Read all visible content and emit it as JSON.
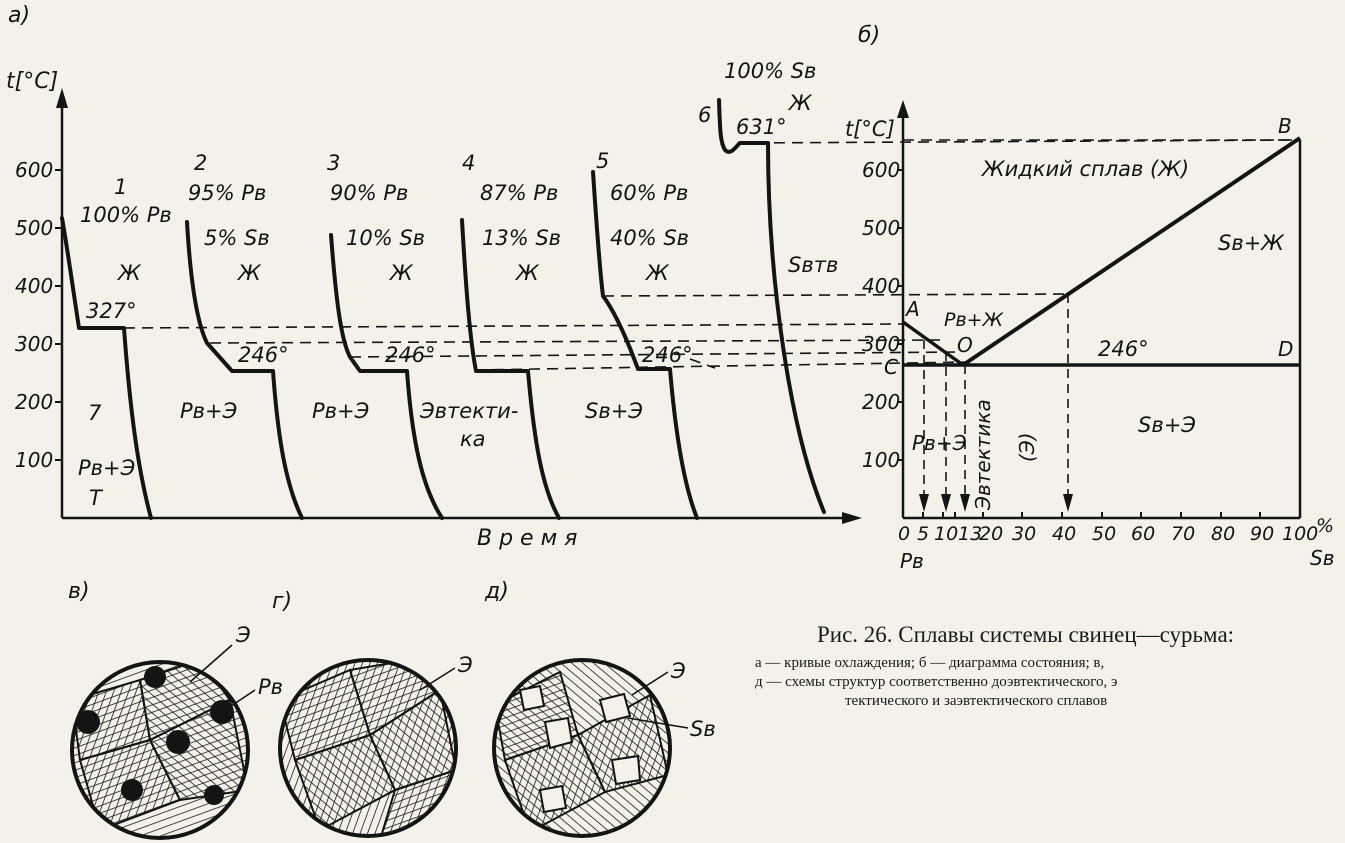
{
  "panels": {
    "a": "а)",
    "b": "б)",
    "v": "в)",
    "g": "г)",
    "d": "д)"
  },
  "cooling": {
    "y_axis_label": "t[°C]",
    "x_axis_label": "В р е м я",
    "y_ticks": [
      "100",
      "200",
      "300",
      "400",
      "500",
      "600"
    ],
    "curve_numbers": [
      "1",
      "2",
      "3",
      "4",
      "5",
      "6",
      "7"
    ],
    "compositions": {
      "c1": [
        "100% Pв"
      ],
      "c2": [
        "95% Pв",
        "5% Sв"
      ],
      "c3": [
        "90% Pв",
        "10% Sв"
      ],
      "c4": [
        "87% Pв",
        "13% Sв"
      ],
      "c5": [
        "60% Pв",
        "40% Sв"
      ],
      "c6": [
        "100% Sв"
      ]
    },
    "liquid_label": "Ж",
    "temps": {
      "t327": "327°",
      "t246a": "246°",
      "t246b": "246°",
      "t246c": "246°",
      "t631": "631°"
    },
    "region_labels": {
      "r1": "Pв+Э",
      "r1b": "Т",
      "r2": "Pв+Э",
      "r3": "Pв+Э",
      "r4a": "Эвтекти-",
      "r4b": "ка",
      "r5": "Sв+Э",
      "r6": "Sвтв"
    }
  },
  "phase_diagram": {
    "y_axis_label": "t[°C]",
    "y_ticks": [
      "100",
      "200",
      "300",
      "400",
      "500",
      "600"
    ],
    "x_ticks": [
      "0",
      "5",
      "10",
      "13",
      "20",
      "30",
      "40",
      "50",
      "60",
      "70",
      "80",
      "90",
      "100",
      "%"
    ],
    "x_left_label": "Pв",
    "x_right_label": "Sв",
    "points": {
      "A": "A",
      "B": "B",
      "C": "C",
      "D": "D",
      "O": "O"
    },
    "regions": {
      "liquid": "Жидкий сплав (Ж)",
      "sb_liquid": "Sв+Ж",
      "pb_liquid": "Pв+Ж",
      "pb_eut": "Pв+Э",
      "eutectic_vert": "Эвтектика",
      "eutectic_paren": "(Э)",
      "sb_eut": "Sв+Э",
      "eut_temp": "246°"
    }
  },
  "micro": {
    "e1": "Э",
    "pb": "Pв",
    "e2": "Э",
    "e3": "Э",
    "sb": "Sв"
  },
  "caption": {
    "title": "Рис. 26. Сплавы системы свинец—сурьма:",
    "line1": "а — кривые охлаждения; б — диаграмма состояния; в,",
    "line2": "д — схемы структур соответственно доэвтектического, э",
    "line3": "тектического и заэвтектического сплавов"
  }
}
